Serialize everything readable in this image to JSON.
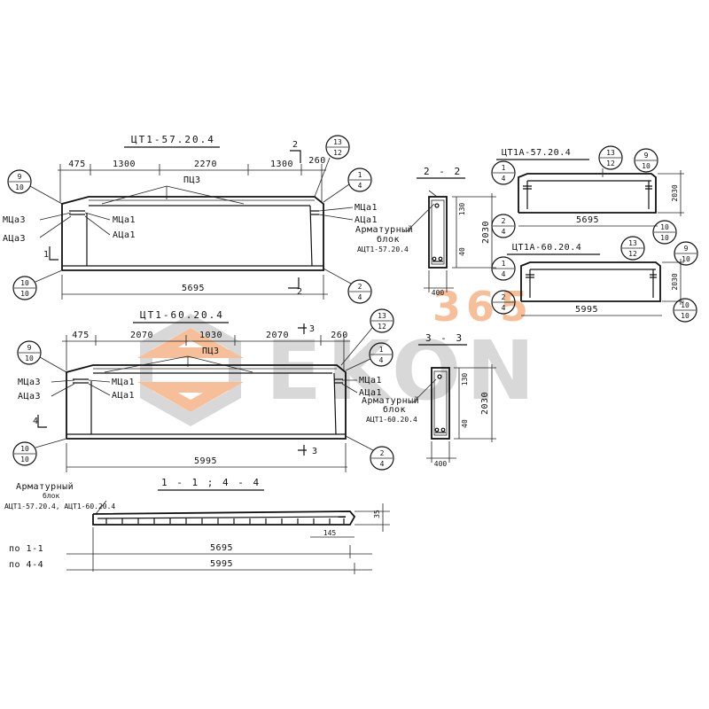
{
  "watermark": {
    "brand": "EKON",
    "number": "365",
    "accent_color": "#f08c46",
    "grey_color": "#b9b9b9"
  },
  "top_beam": {
    "title": "ЦТ1-57.20.4",
    "segments": [
      "475",
      "1300",
      "2270",
      "1300",
      "260"
    ],
    "length": "5695",
    "label_pc": "ПЦ3",
    "mc3": "МЦа3",
    "ac3": "АЦа3",
    "mc1": "МЦа1",
    "ac1": "АЦа1",
    "sec_mark_2": "2",
    "sec_mark_1": "1",
    "bubble_9_10": {
      "top": "9",
      "bottom": "10"
    },
    "bubble_13_12": {
      "top": "13",
      "bottom": "12"
    },
    "bubble_1_4": {
      "top": "1",
      "bottom": "4"
    },
    "bubble_10_10": {
      "top": "10",
      "bottom": "10"
    },
    "bubble_2_4": {
      "top": "2",
      "bottom": "4"
    }
  },
  "bottom_beam": {
    "title": "ЦТ1-60.20.4",
    "segments": [
      "475",
      "2070",
      "1030",
      "2070",
      "260"
    ],
    "length": "5995",
    "label_pc": "ПЦ3",
    "mc3": "МЦа3",
    "ac3": "АЦа3",
    "mc1": "МЦа1",
    "ac1": "АЦа1",
    "sec_mark_3": "3",
    "sec_mark_4": "4",
    "bubble_9_10": {
      "top": "9",
      "bottom": "10"
    },
    "bubble_13_12": {
      "top": "13",
      "bottom": "12"
    },
    "bubble_1_4": {
      "top": "1",
      "bottom": "4"
    },
    "bubble_10_10": {
      "top": "10",
      "bottom": "10"
    },
    "bubble_2_4": {
      "top": "2",
      "bottom": "4"
    }
  },
  "section_2_2": {
    "title": "2 - 2",
    "block_label_1": "Арматурный",
    "block_label_2": "блок",
    "block_code": "АЦТ1-57.20.4",
    "dim_height": "2030",
    "dim_top": "130",
    "dim_bottom": "40",
    "dim_width": "400"
  },
  "section_3_3": {
    "title": "3 - 3",
    "block_label_1": "Арматурный",
    "block_label_2": "блок",
    "block_code": "АЦТ1-60.20.4",
    "dim_height": "2030",
    "dim_top": "130",
    "dim_bottom": "40",
    "dim_width": "400"
  },
  "right_top": {
    "title": "ЦТ1А-57.20.4",
    "length": "5695",
    "height": "2030",
    "bubble_13_12": {
      "top": "13",
      "bottom": "12"
    },
    "bubble_9_10": {
      "top": "9",
      "bottom": "10"
    },
    "bubble_1_4": {
      "top": "1",
      "bottom": "4"
    },
    "bubble_2_4": {
      "top": "2",
      "bottom": "4"
    },
    "bubble_10_10": {
      "top": "10",
      "bottom": "10"
    }
  },
  "right_bottom": {
    "title": "ЦТ1А-60.20.4",
    "length": "5995",
    "height": "2030",
    "bubble_13_12": {
      "top": "13",
      "bottom": "12"
    },
    "bubble_9_10": {
      "top": "9",
      "bottom": "10"
    },
    "bubble_1_4": {
      "top": "1",
      "bottom": "4"
    },
    "bubble_2_4": {
      "top": "2",
      "bottom": "4"
    },
    "bubble_10_10": {
      "top": "10",
      "bottom": "10"
    }
  },
  "section_1_1": {
    "title": "1 - 1 ; 4 - 4",
    "block_label": "Арматурный",
    "block_word": "блок",
    "block_codes": "АЦТ1-57.20.4, АЦТ1-60.20.4",
    "dim_35": "35",
    "dim_145": "145",
    "row1_label": "по 1-1",
    "row1_value": "5695",
    "row2_label": "по 4-4",
    "row2_value": "5995"
  }
}
